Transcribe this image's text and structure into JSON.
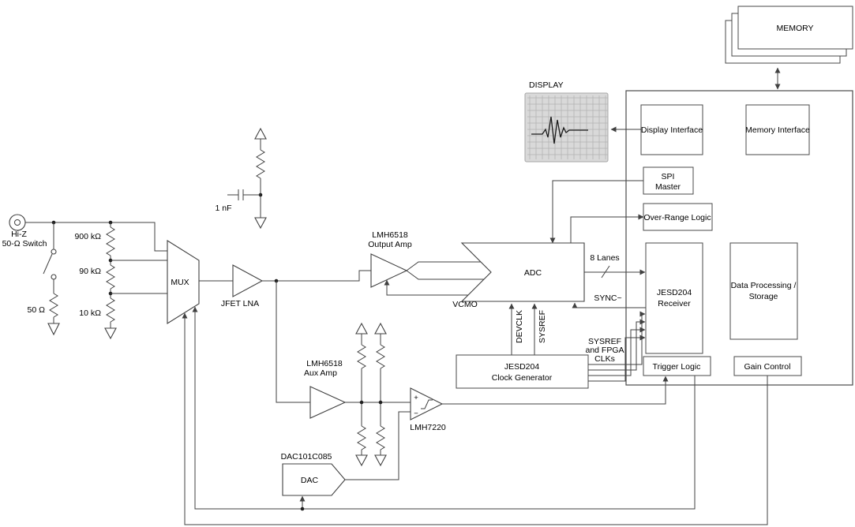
{
  "diagram": {
    "input": {
      "hiz": "Hi-Z",
      "switch": "50-Ω Switch",
      "r50": "50 Ω",
      "r900": "900 kΩ",
      "r90": "90 kΩ",
      "r10": "10 kΩ"
    },
    "mux": {
      "label": "MUX"
    },
    "lna": {
      "label": "JFET LNA"
    },
    "comp_network": {
      "cap": "1 nF"
    },
    "output_amp": {
      "part": "LMH6518",
      "name": "Output Amp"
    },
    "aux_amp": {
      "part": "LMH6518",
      "name": "Aux Amp"
    },
    "comparator": {
      "part": "LMH7220",
      "plus": "+",
      "minus": "−"
    },
    "dac": {
      "part": "DAC101C085",
      "label": "DAC"
    },
    "adc": {
      "label": "ADC",
      "vcmo": "VCMO"
    },
    "clock_gen": {
      "line1": "JESD204",
      "line2": "Clock Generator"
    },
    "signals": {
      "lanes": "8 Lanes",
      "sync": "SYNC~",
      "devclk": "DEVCLK",
      "sysref": "SYSREF",
      "clks1": "SYSREF",
      "clks2": "and FPGA",
      "clks3": "CLKs"
    },
    "display": {
      "label": "DISPLAY"
    },
    "memory": {
      "label": "MEMORY"
    },
    "fpga": {
      "display_if": "Display Interface",
      "memory_if": "Memory Interface",
      "spi1": "SPI",
      "spi2": "Master",
      "over_range": "Over-Range Logic",
      "rx1": "JESD204",
      "rx2": "Receiver",
      "dp1": "Data Processing /",
      "dp2": "Storage",
      "trigger": "Trigger Logic",
      "gain": "Gain Control"
    }
  }
}
